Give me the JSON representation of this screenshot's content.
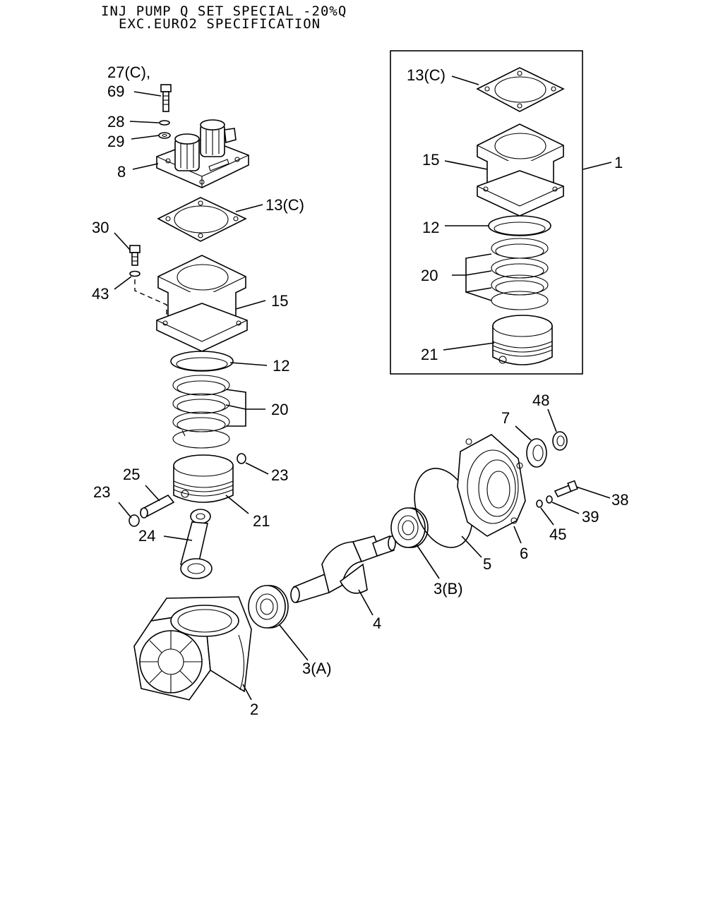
{
  "header": {
    "line1": "INJ PUMP Q SET SPECIAL -20%Q",
    "line2": "EXC.EURO2 SPECIFICATION"
  },
  "callouts": {
    "c27": "27(C),",
    "c69": "69",
    "c28": "28",
    "c29": "29",
    "c8": "8",
    "c13": "13(C)",
    "c30": "30",
    "c43": "43",
    "c15": "15",
    "c12": "12",
    "c20": "20",
    "c23a": "23",
    "c25": "25",
    "c23b": "23",
    "c21": "21",
    "c24": "24",
    "c2": "2",
    "c3a": "3(A)",
    "c4": "4",
    "c3b": "3(B)",
    "c5": "5",
    "c6": "6",
    "c7": "7",
    "c48": "48",
    "c38": "38",
    "c39": "39",
    "c45": "45"
  },
  "inset": {
    "c13": "13(C)",
    "c15": "15",
    "c1": "1",
    "c12": "12",
    "c20": "20",
    "c21": "21"
  }
}
